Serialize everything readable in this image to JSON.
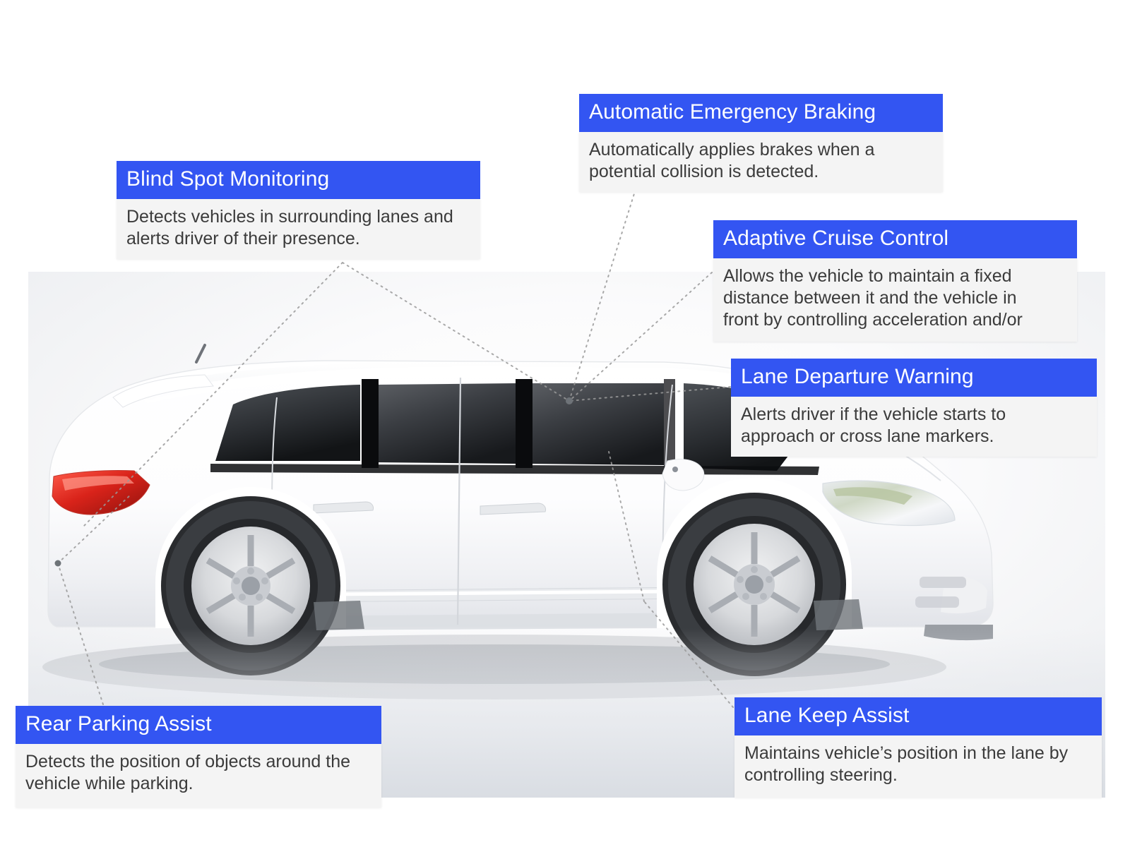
{
  "graphic": {
    "subject": "white SUV side profile",
    "accent_color": "#3355f2",
    "header_text_color": "#ffffff",
    "body_background": "#f4f4f4",
    "body_text_color": "#3b3b3b",
    "connector_line_color": "#9a9a9a"
  },
  "callouts": [
    {
      "id": "blind-spot-monitoring",
      "title": "Blind Spot Monitoring",
      "line1": "Detects vehicles in surrounding lanes and",
      "line2": "alerts driver of their presence."
    },
    {
      "id": "automatic-emergency-braking",
      "title": "Automatic Emergency Braking",
      "line1": "Automatically applies brakes when a",
      "line2": "potential collision is detected."
    },
    {
      "id": "adaptive-cruise-control",
      "title": "Adaptive Cruise Control",
      "line1": "Allows the vehicle to maintain a fixed",
      "line2": "distance between it and the vehicle in",
      "line3": "front by controlling acceleration and/or"
    },
    {
      "id": "lane-departure-warning",
      "title": "Lane Departure Warning",
      "line1": "Alerts driver if the vehicle starts to",
      "line2": "approach or cross lane markers."
    },
    {
      "id": "rear-parking-assist",
      "title": "Rear Parking Assist",
      "line1": "Detects the position of objects around the",
      "line2": "vehicle while parking."
    },
    {
      "id": "lane-keep-assist",
      "title": "Lane Keep Assist",
      "line1": "Maintains vehicle’s position in the lane by",
      "line2": "controlling steering."
    }
  ]
}
